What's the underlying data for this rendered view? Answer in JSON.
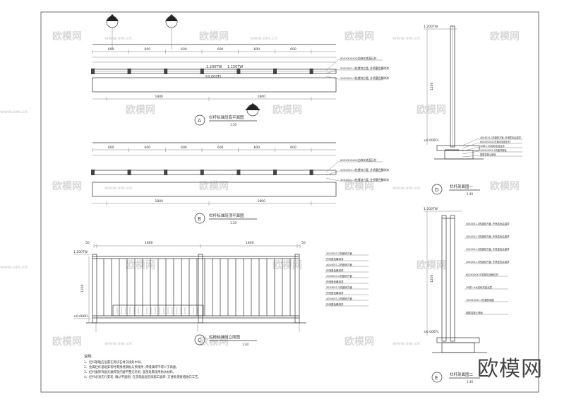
{
  "plan_a": {
    "dims": [
      "600",
      "600",
      "600",
      "600",
      "600",
      "600"
    ],
    "bottom_dims": [
      "1800",
      "1800"
    ],
    "elev1": "1.200TW",
    "elev2": "±0.000FL",
    "slope": "1.150TW",
    "callouts": [
      "600X300X20芝麻灰烧面石材",
      "20X20X1.2热镀锌方管, 外喷墨色氟碳漆",
      "20X20X1.2热镀锌方管, 外喷墨色氟碳漆"
    ],
    "ref_label": "A",
    "title": "栏杆标准段底平面图",
    "scale": "1:30"
  },
  "plan_b": {
    "dims": [
      "600",
      "600",
      "600",
      "600",
      "600",
      "600"
    ],
    "bottom_dims": [
      "1800",
      "1800"
    ],
    "callouts": [
      "600X300X20芝麻灰烧面石材",
      "20X20X1.2热镀锌方管, 外喷墨色氟碳漆",
      "40X40X1.2热镀锌方管, 外喷墨色氟碳漆"
    ],
    "ref_label": "B",
    "title": "栏杆标准段顶平面图",
    "scale": "1:30"
  },
  "elev_c": {
    "top_dims": [
      "50",
      "1800",
      "1800",
      "50"
    ],
    "elev1": "1.200TW",
    "elev2": "±0.000FL",
    "height_dim": "1200",
    "callouts": [
      "30X30X1.2热镀锌方管",
      "外喷墨色氟碳漆",
      "40X40X1.2热镀锌方管",
      "外喷墨色氟碳漆",
      "20X20X1.2热镀锌方管",
      "外喷墨色氟碳漆",
      "30X30X1.2热镀锌方管",
      "外喷墨色氟碳漆",
      "40X40X1.2热镀锌方管",
      "外喷墨色氟碳漆"
    ],
    "ref_label": "C",
    "title": "栏杆标准段立面图",
    "scale": "1:30"
  },
  "section_d": {
    "elev1": "1.200TW",
    "elev2": "±0.000FL",
    "height_dim": "1200",
    "callouts": [
      "40X40X1.2热镀锌方管, 外喷墨色氟碳漆",
      "600X300X20芝麻灰烧面石材",
      "30厚1:3水泥砂浆结合层",
      "100X100X1.2热镀锌钢板",
      "钢筋混凝土基础"
    ],
    "ref_label": "D",
    "title": "栏杆剖面图一",
    "scale": "1:30"
  },
  "section_e": {
    "elev1": "1.200TW",
    "elev2": "±0.000FL",
    "height_dim": "1200",
    "callouts": [
      "40X40X1.2热镀锌方管, 外喷墨色氟碳漆",
      "40X40X1.2热镀锌方管, 外喷墨色氟碳漆",
      "20X20X1.2热镀锌方管, 外喷墨色氟碳漆",
      "20X20X1.2热镀锌方管, 外喷墨色氟碳漆",
      "600X300X20芝麻灰烧面石材",
      "30厚1:3水泥砂浆结合层",
      "100X100X1.2热镀锌钢板",
      "钢筋混凝土基础"
    ],
    "ref_label": "E",
    "title": "栏杆剖面图二",
    "scale": "1:30"
  },
  "notes": {
    "heading": "说明:",
    "lines": [
      "1、栏杆基础应设置在两块石材交接处中间。",
      "2、金属栏杆基础安装时需预埋钢板与预埋件, 焊缝满焊不得少于两遍。",
      "3、栏杆面饰饰面无漏焊及打磨平整无毛刺, 底部处需采用防水材料。",
      "4、栏杆必须先行安装, 确认平面图, 在浇筑面层后再施工面砖, 方便处理接缝收口工艺。"
    ]
  },
  "watermark": "欧模网",
  "watermark_url": "www.om.cn",
  "corner_logo": "欧模网"
}
